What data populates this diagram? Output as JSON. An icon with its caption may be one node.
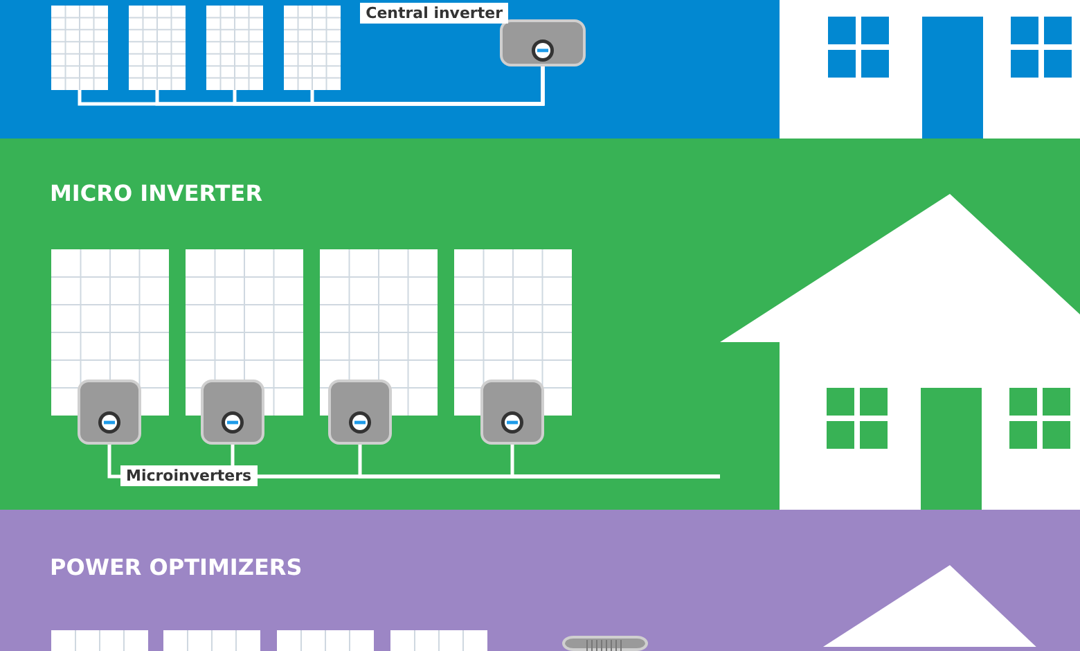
{
  "diagram": {
    "nodes": [
      {
        "text": [],
        "shape": "band"
      },
      {
        "text": [],
        "shape": "picture",
        "in": 0
      },
      {
        "text": [],
        "shape": "picture",
        "in": 0
      },
      {
        "text": [],
        "shape": "picture",
        "in": 0
      },
      {
        "text": [],
        "shape": "picture",
        "in": 0
      },
      {
        "text": [
          "Central inverter"
        ],
        "in": 0
      },
      {
        "text": [],
        "shape": "picture",
        "in": 0
      },
      {
        "text": [
          "MICRO INVERTER"
        ]
      },
      {
        "text": [],
        "shape": "picture",
        "in": 7
      },
      {
        "text": [],
        "shape": "picture",
        "in": 7
      },
      {
        "text": [],
        "shape": "picture",
        "in": 7
      },
      {
        "text": [],
        "shape": "picture",
        "in": 7
      },
      {
        "text": [],
        "shape": "box",
        "in": 7
      },
      {
        "text": [],
        "shape": "box",
        "in": 7
      },
      {
        "text": [],
        "shape": "box",
        "in": 7
      },
      {
        "text": [],
        "shape": "box",
        "in": 7
      },
      {
        "text": [],
        "shape": "picture",
        "in": 7
      },
      {
        "text": [
          "POWER OPTIMIZERS"
        ]
      },
      {
        "text": [],
        "shape": "picture",
        "in": 17
      },
      {
        "text": [],
        "shape": "picture",
        "in": 17
      },
      {
        "text": [],
        "shape": "picture",
        "in": 17
      },
      {
        "text": [],
        "shape": "picture",
        "in": 17
      },
      {
        "text": [],
        "shape": "box",
        "in": 17
      },
      {
        "text": [],
        "shape": "picture",
        "in": 17
      }
    ],
    "edges": [
      {
        "from": 1,
        "to": 5,
        "arrow": "none"
      },
      {
        "from": 2,
        "to": 5,
        "arrow": "none"
      },
      {
        "from": 3,
        "to": 5,
        "arrow": "none"
      },
      {
        "from": 4,
        "to": 5,
        "arrow": "none"
      },
      {
        "from": 12,
        "to": 16,
        "arrow": "none"
      },
      {
        "from": 13,
        "to": 16,
        "arrow": "none"
      },
      {
        "from": 14,
        "to": 16,
        "arrow": "none"
      },
      {
        "from": 15,
        "to": 16,
        "arrow": "none"
      }
    ],
    "labels": [
      "Microinverters"
    ]
  }
}
